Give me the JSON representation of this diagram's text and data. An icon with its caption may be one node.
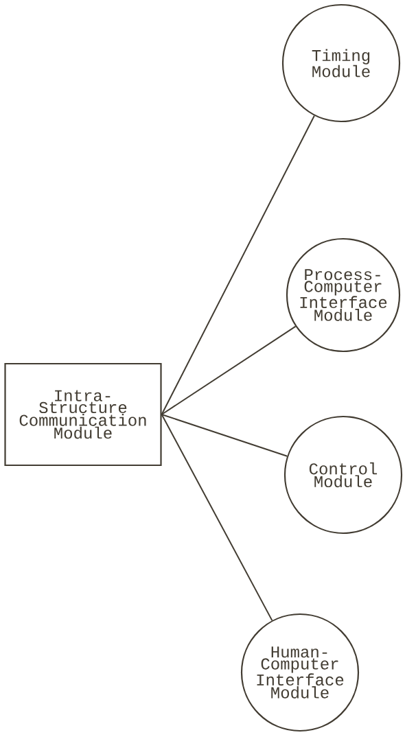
{
  "diagram": {
    "nodes": [
      {
        "text": [
          "Intra- Structure Communication Module"
        ]
      },
      {
        "text": [
          "Timing Module"
        ]
      },
      {
        "text": [
          "Process- Computer Interface Module"
        ]
      },
      {
        "text": [
          "Control Module"
        ]
      },
      {
        "text": [
          "Human- Computer Interface Module"
        ]
      }
    ],
    "edges": [
      {
        "from": 0,
        "to": 1,
        "arrow": "none"
      },
      {
        "from": 0,
        "to": 2,
        "arrow": "none"
      },
      {
        "from": 0,
        "to": 3,
        "arrow": "none"
      },
      {
        "from": 0,
        "to": 4,
        "arrow": "none"
      }
    ]
  }
}
